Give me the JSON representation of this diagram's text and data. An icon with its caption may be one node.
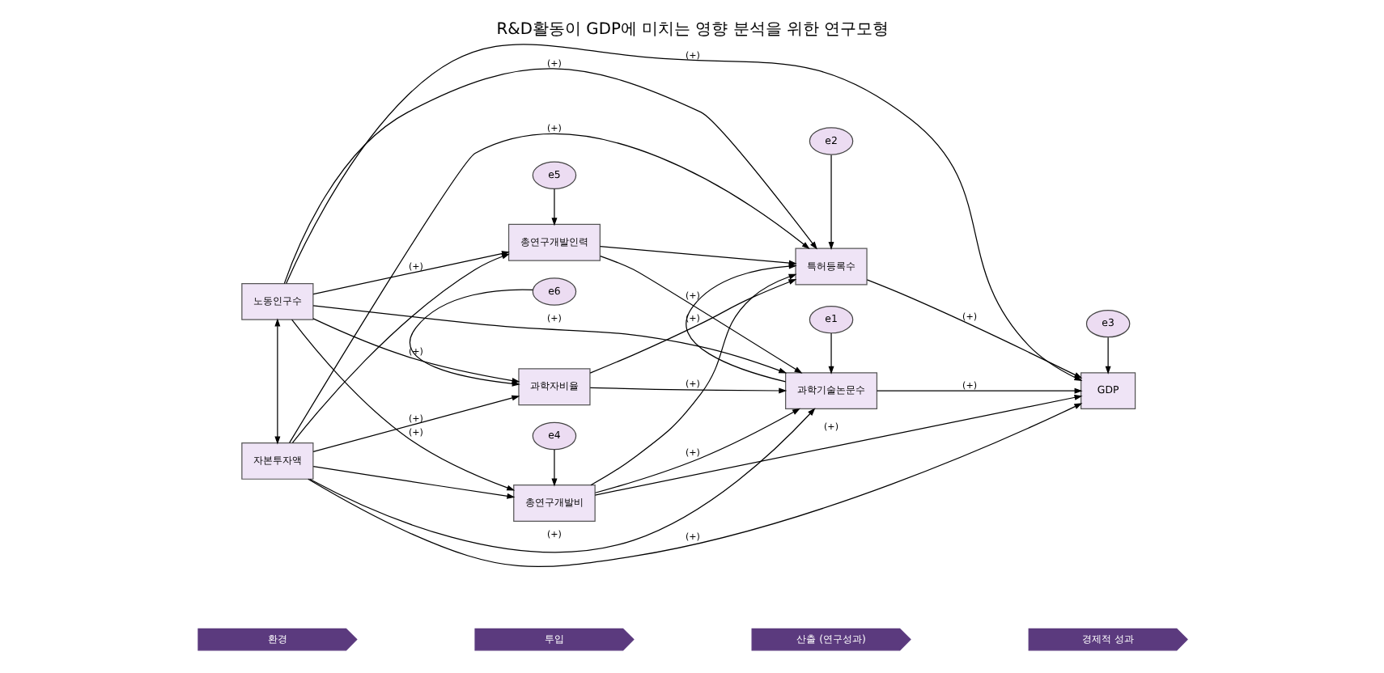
{
  "diagram": {
    "title": "R&D활동이 GDP에 미치는 영향 분석을 위한 연구모형",
    "nodes": [
      {
        "text": [
          "환경"
        ]
      },
      {
        "text": [
          "투입"
        ]
      },
      {
        "text": [
          "산출 (연구성과)"
        ]
      },
      {
        "text": [
          "경제적 성과"
        ]
      },
      {
        "text": [
          "노동인구수"
        ]
      },
      {
        "text": [
          "총연구개발비"
        ]
      },
      {
        "text": [
          "총연구개발인력"
        ]
      },
      {
        "text": [
          "과학자비율"
        ]
      },
      {
        "text": [
          "과학기술논문수"
        ]
      },
      {
        "text": [
          "특허등록수"
        ]
      },
      {
        "text": [
          "GDP"
        ]
      },
      {
        "text": [
          "자본투자액"
        ]
      },
      {
        "text": [
          "e4"
        ]
      },
      {
        "text": [
          "e5"
        ]
      },
      {
        "text": [
          "e6"
        ]
      },
      {
        "text": [
          "e1"
        ]
      },
      {
        "text": [
          "e2"
        ]
      },
      {
        "text": [
          "e3"
        ]
      }
    ],
    "edges": [
      {
        "from": 4,
        "to": 11,
        "arrow": "both"
      },
      {
        "from": 4,
        "to": 5,
        "arrow": "to",
        "label": "(+)"
      },
      {
        "from": 4,
        "to": 6,
        "arrow": "to",
        "label": "(+)"
      },
      {
        "from": 4,
        "to": 7,
        "arrow": "to",
        "label": "(+)"
      },
      {
        "from": 4,
        "to": 8,
        "arrow": "to",
        "label": "(+)"
      },
      {
        "from": 4,
        "to": 9,
        "arrow": "to",
        "label": "(+)"
      },
      {
        "from": 4,
        "to": 10,
        "arrow": "to",
        "label": "(+)"
      },
      {
        "from": 11,
        "to": 5,
        "arrow": "to"
      },
      {
        "from": 11,
        "to": 6,
        "arrow": "to"
      },
      {
        "from": 11,
        "to": 7,
        "arrow": "to",
        "label": "(+)"
      },
      {
        "from": 11,
        "to": 8,
        "arrow": "to",
        "label": "(+)"
      },
      {
        "from": 11,
        "to": 9,
        "arrow": "to",
        "label": "(+)"
      },
      {
        "from": 11,
        "to": 10,
        "arrow": "to",
        "label": "(+)"
      },
      {
        "from": 5,
        "to": 8,
        "arrow": "to",
        "label": "(+)"
      },
      {
        "from": 5,
        "to": 9,
        "arrow": "to"
      },
      {
        "from": 5,
        "to": 10,
        "arrow": "to",
        "label": "(+)"
      },
      {
        "from": 6,
        "to": 8,
        "arrow": "to",
        "label": "(+)"
      },
      {
        "from": 6,
        "to": 9,
        "arrow": "to"
      },
      {
        "from": 7,
        "to": 8,
        "arrow": "to",
        "label": "(+)"
      },
      {
        "from": 7,
        "to": 9,
        "arrow": "to",
        "label": "(+)"
      },
      {
        "from": 8,
        "to": 9,
        "arrow": "to"
      },
      {
        "from": 8,
        "to": 10,
        "arrow": "to",
        "label": "(+)"
      },
      {
        "from": 9,
        "to": 10,
        "arrow": "to",
        "label": "(+)"
      },
      {
        "from": 12,
        "to": 5,
        "arrow": "to"
      },
      {
        "from": 13,
        "to": 6,
        "arrow": "to"
      },
      {
        "from": 14,
        "to": 7,
        "arrow": "to"
      },
      {
        "from": 15,
        "to": 8,
        "arrow": "to"
      },
      {
        "from": 16,
        "to": 9,
        "arrow": "to"
      },
      {
        "from": 17,
        "to": 10,
        "arrow": "to"
      }
    ]
  }
}
